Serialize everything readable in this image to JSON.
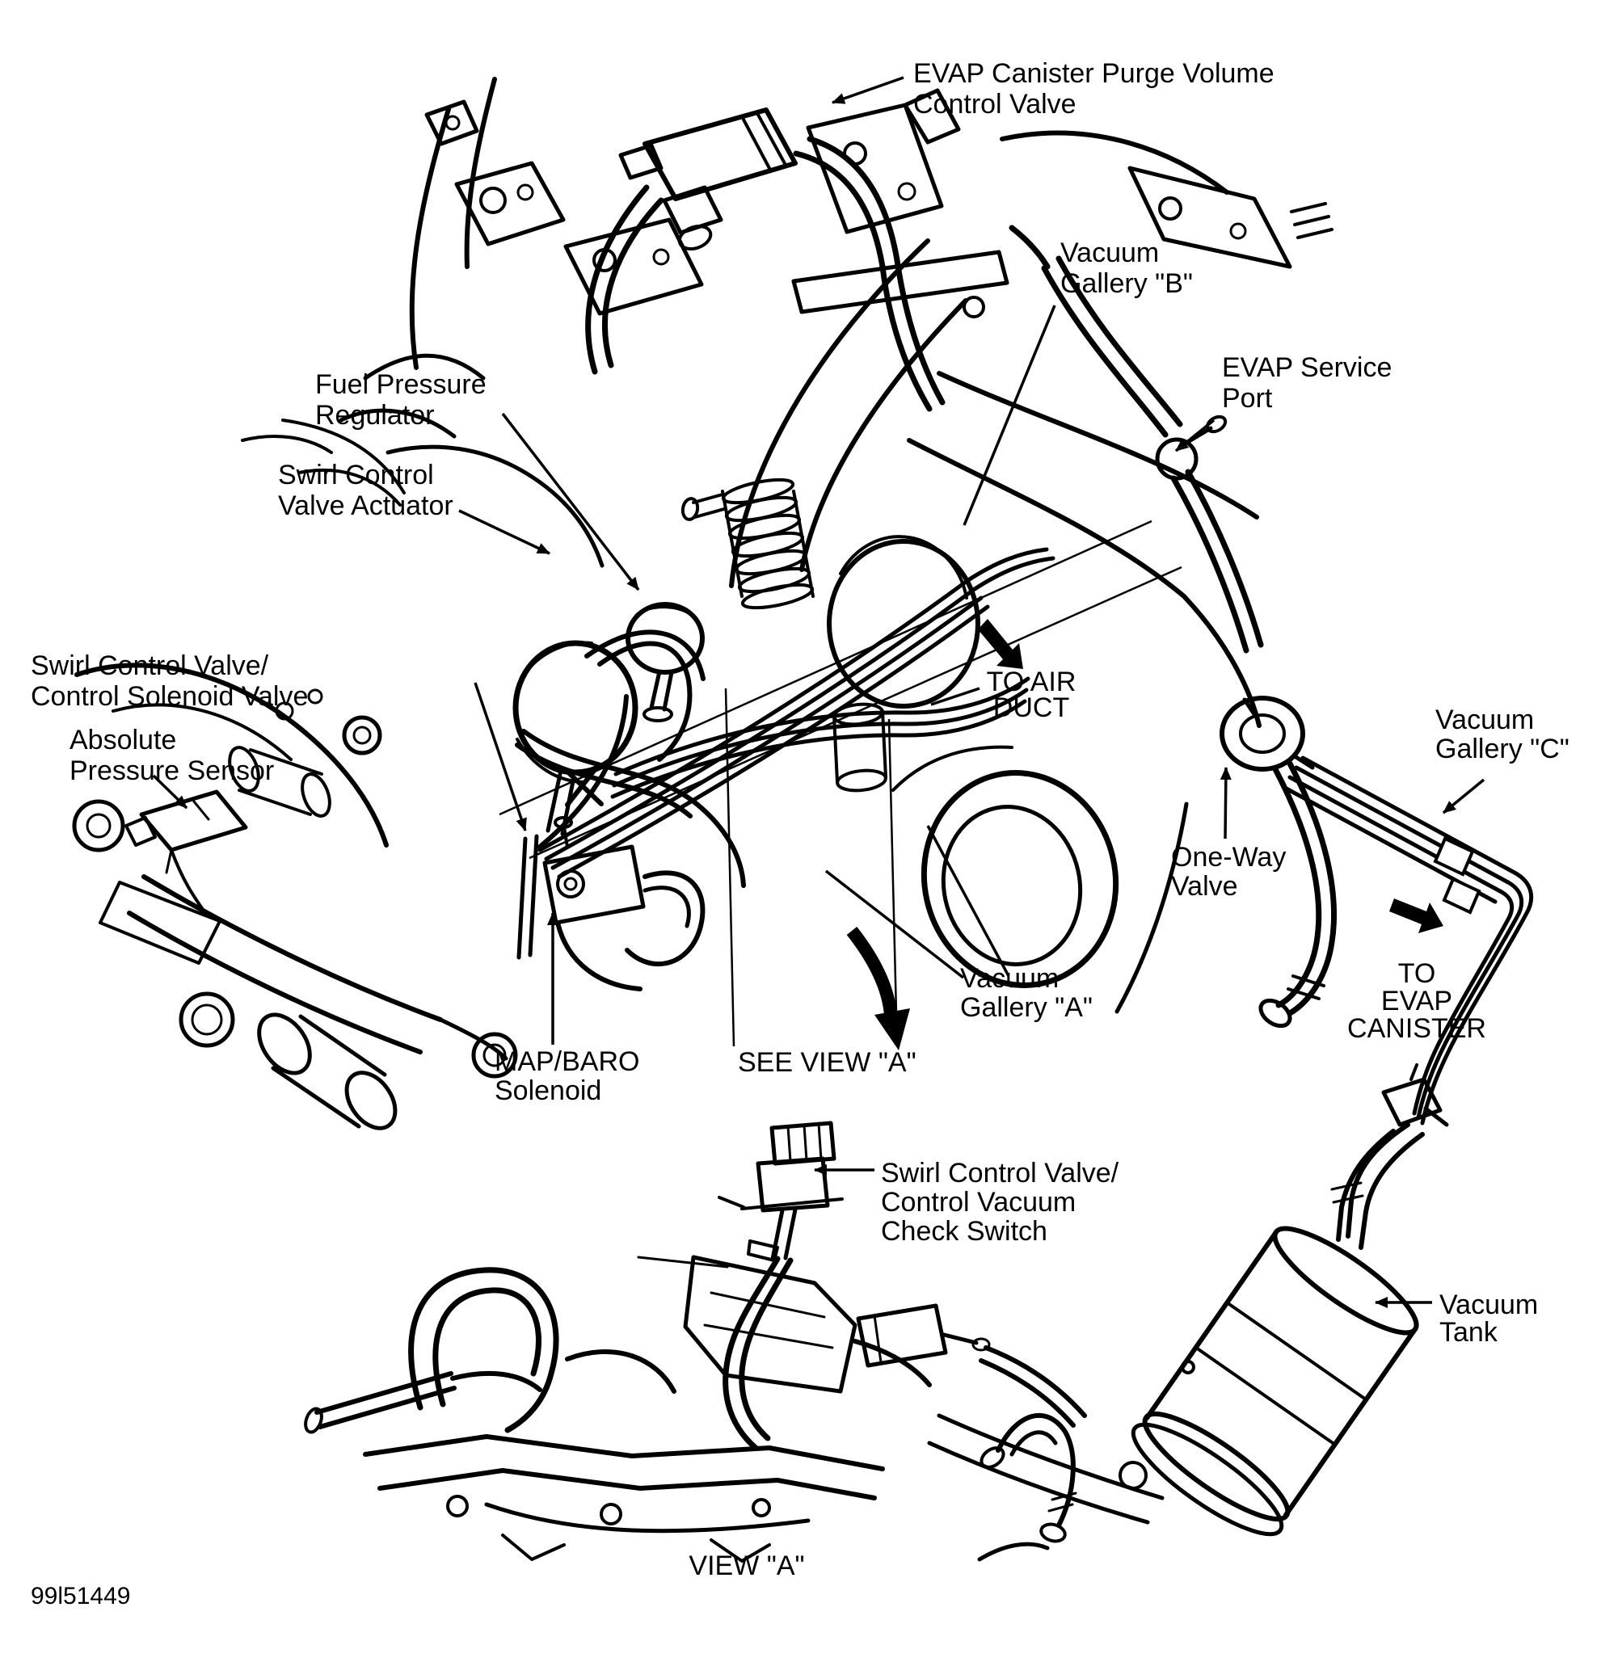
{
  "page": {
    "background_color": "#ffffff",
    "ink_color": "#000000",
    "description": "Engine compartment vacuum hose routing line diagram"
  },
  "figure": {
    "id_code": "99l51449",
    "view_caption": "VIEW \"A\""
  },
  "callouts": {
    "evap_canister_purge_volume_control_valve": {
      "lines": [
        "EVAP Canister Purge Volume",
        "Control Valve"
      ]
    },
    "vacuum_gallery_b": {
      "lines": [
        "Vacuum",
        "Gallery \"B\""
      ]
    },
    "evap_service_port": {
      "lines": [
        "EVAP Service",
        "Port"
      ]
    },
    "fuel_pressure_regulator": {
      "lines": [
        "Fuel Pressure",
        "Regulator"
      ]
    },
    "swirl_control_valve_actuator": {
      "lines": [
        "Swirl Control",
        "Valve Actuator"
      ]
    },
    "swirl_control_valve_control_solenoid_valve": {
      "lines": [
        "Swirl Control Valve/",
        "Control Solenoid Valve"
      ]
    },
    "absolute_pressure_sensor": {
      "lines": [
        "Absolute",
        "Pressure Sensor"
      ]
    },
    "to_air_duct": {
      "lines": [
        "TO AIR",
        "DUCT"
      ]
    },
    "vacuum_gallery_c": {
      "lines": [
        "Vacuum",
        "Gallery \"C\""
      ]
    },
    "one_way_valve": {
      "lines": [
        "One-Way",
        "Valve"
      ]
    },
    "vacuum_gallery_a": {
      "lines": [
        "Vacuum",
        "Gallery \"A\""
      ]
    },
    "map_baro_solenoid": {
      "lines": [
        "MAP/BARO",
        "Solenoid"
      ]
    },
    "see_view_a": {
      "lines": [
        "SEE VIEW \"A\""
      ]
    },
    "to_evap_canister": {
      "lines": [
        "TO",
        "EVAP",
        "CANISTER"
      ]
    },
    "swirl_control_valve_control_vacuum_check_switch": {
      "lines": [
        "Swirl Control Valve/",
        "Control Vacuum",
        "Check Switch"
      ]
    },
    "vacuum_tank": {
      "lines": [
        "Vacuum",
        "Tank"
      ]
    }
  }
}
